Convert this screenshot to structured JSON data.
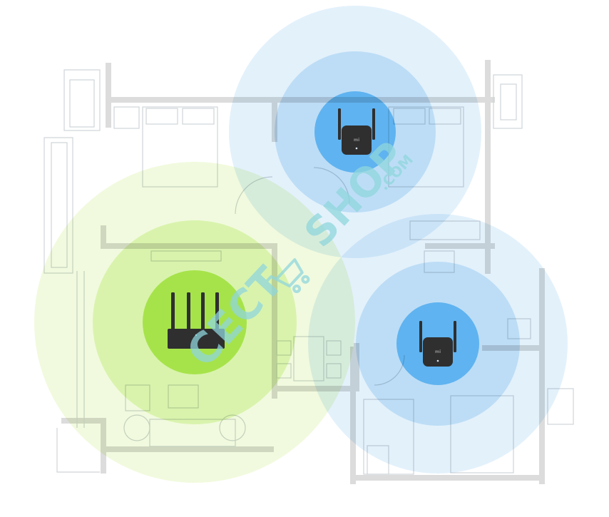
{
  "colors": {
    "background": "#ffffff",
    "wall": "#dcdcdc",
    "furniture": "#cfd4d8",
    "router_outer": "#eef9d8",
    "router_mid": "#d6f2a4",
    "router_inner": "#a6e34a",
    "repeater_outer": "#e0effb",
    "repeater_mid": "#b9dbf6",
    "repeater_inner": "#5fb3f0",
    "device_body": "#2f2f30",
    "watermark": "#8fd6dc"
  },
  "devices": [
    {
      "kind": "router",
      "icon": "router-icon"
    },
    {
      "kind": "repeater",
      "icon": "repeater-icon"
    },
    {
      "kind": "repeater",
      "icon": "repeater-icon"
    }
  ],
  "device_badge": "mi",
  "watermark": {
    "brand": "CECT",
    "shop": "SHOP",
    "domain": ".COM"
  }
}
